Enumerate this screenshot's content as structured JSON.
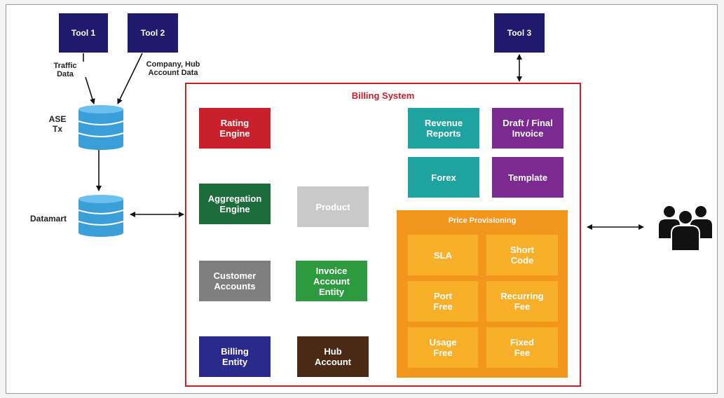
{
  "tools": {
    "tool1": "Tool 1",
    "tool2": "Tool 2",
    "tool3": "Tool 3"
  },
  "flow_labels": {
    "traffic_data": "Traffic\nData",
    "company_hub_account_data": "Company, Hub\nAccount Data"
  },
  "databases": {
    "ase_tx": "ASE\nTx",
    "datamart": "Datamart"
  },
  "billing_system": {
    "title": "Billing System",
    "rating_engine": "Rating\nEngine",
    "aggregation_engine": "Aggregation\nEngine",
    "product": "Product",
    "customer_accounts": "Customer\nAccounts",
    "invoice_account_entity": "Invoice\nAccount\nEntity",
    "billing_entity": "Billing\nEntity",
    "hub_account": "Hub\nAccount",
    "revenue_reports": "Revenue\nReports",
    "draft_final_invoice": "Draft / Final\nInvoice",
    "forex": "Forex",
    "template": "Template"
  },
  "price_provisioning": {
    "title": "Price Provisioning",
    "sla": "SLA",
    "short_code": "Short\nCode",
    "port_free": "Port\nFree",
    "recurring_fee": "Recurring\nFee",
    "usage_free": "Usage\nFree",
    "fixed_fee": "Fixed\nFee"
  },
  "users_icon": "users-group-icon",
  "colors": {
    "tool": "#1f1a6b",
    "billing_border": "#c8202b",
    "rating": "#c8202b",
    "aggregation": "#1e6b3c",
    "product": "#c9c9c9",
    "customer": "#7f7f7f",
    "invoice_entity": "#2e9a3f",
    "billing_entity": "#2a2a8c",
    "hub_account": "#4a2a14",
    "teal": "#1fa3a0",
    "purple": "#7a2a91",
    "price_bg": "#f2961c",
    "price_cell": "#f8b02a",
    "database": "#3a9fd8"
  }
}
